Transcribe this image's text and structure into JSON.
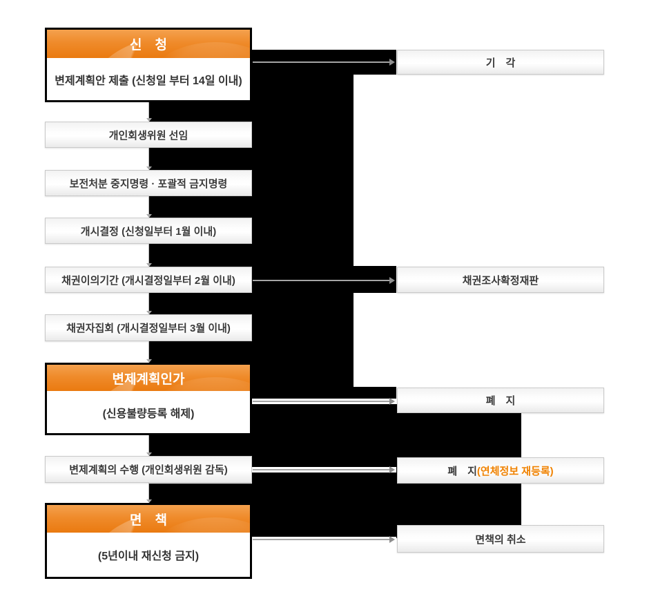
{
  "flowchart": {
    "left_boxes": [
      {
        "id": "apply",
        "type": "major",
        "header": "신　청",
        "body": "변제계획안 제출 (신청일 부터 14일 이내)"
      },
      {
        "id": "trustee-appointment",
        "type": "minor",
        "label": "개인회생위원 선임"
      },
      {
        "id": "preservation-order",
        "type": "minor",
        "label": "보전처분 중지명령 · 포괄적 금지명령"
      },
      {
        "id": "commencement-decision",
        "type": "minor",
        "label": "개시결정 (신청일부터 1월 이내)"
      },
      {
        "id": "claim-objection-period",
        "type": "minor",
        "label": "채권이의기간 (개시결정일부터 2월 이내)"
      },
      {
        "id": "creditors-meeting",
        "type": "minor",
        "label": "채권자집회 (개시결정일부터 3월 이내)"
      },
      {
        "id": "plan-approval",
        "type": "major",
        "header": "변제계획인가",
        "body": "(신용불량등록 해제)"
      },
      {
        "id": "plan-performance",
        "type": "minor",
        "label": "변제계획의 수행 (개인회생위원 감독)"
      },
      {
        "id": "discharge",
        "type": "major",
        "header": "면　책",
        "body": "(5년이내 재신청 금지)"
      }
    ],
    "right_boxes": [
      {
        "id": "dismissal",
        "label": "기　각"
      },
      {
        "id": "claim-investigation-trial",
        "label": "채권조사확정재판"
      },
      {
        "id": "abolition",
        "label": "폐　지"
      },
      {
        "id": "abolition-reregister",
        "label": "폐　지 ",
        "highlight": "(연체정보 재등록)"
      },
      {
        "id": "discharge-cancellation",
        "label": "면책의 취소"
      }
    ],
    "colors": {
      "accent_orange": "#ee8420",
      "highlight_text_orange": "#f08200",
      "overlay_black": "#000000",
      "box_border_gray": "#c9c9c9",
      "arrow_gray": "#a5a5a5",
      "text_dark": "#3a3a3a"
    }
  }
}
